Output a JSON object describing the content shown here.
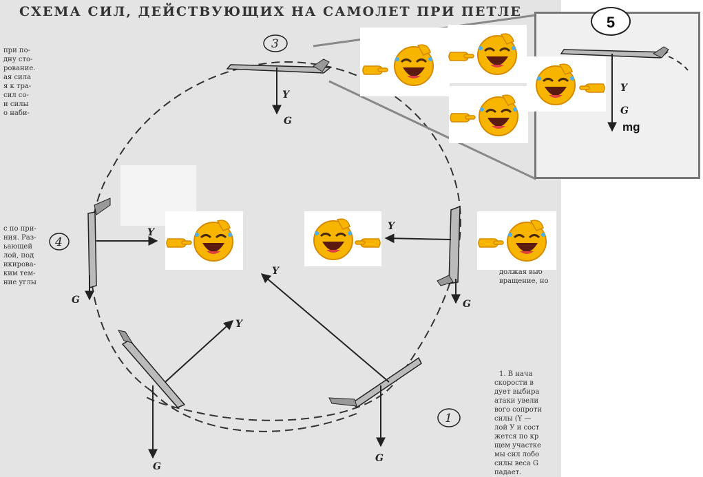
{
  "title": "СХЕМА СИЛ, ДЕЙСТВУЮЩИХ НА САМОЛЕТ ПРИ ПЕТЛЕ",
  "positions": {
    "p1": "1",
    "p3": "3",
    "p4": "4"
  },
  "force_labels": {
    "lift": "Y",
    "weight": "G"
  },
  "inset": {
    "number": "5",
    "weight_label": "mg",
    "lift": "Y",
    "weight": "G"
  },
  "side_text_left": [
    "при по-",
    "дну сто-",
    "рование.",
    "ая сила",
    "я к тра-",
    "сил со-",
    "и силы",
    "о наби-"
  ],
  "side_text_left2": [
    "с по при-",
    "ния. Раз-",
    "ьающей",
    "лой, под",
    "икирова-",
    "ким тем-",
    "ние углы"
  ],
  "side_text_right": [
    "должая выб",
    "вращение, но"
  ],
  "side_text_bottom": [
    "1. В нача",
    "скорости в",
    "дует выбира",
    "атаки увели",
    "вого сопроти",
    "силы (Y —",
    "лой У и сост",
    "жется по кр",
    "щем участке",
    "мы сил лобо",
    "силы веса G",
    "падает."
  ],
  "colors": {
    "paper": "#e4e4e4",
    "ink": "#222222",
    "inset_border": "#777777",
    "emoji_yellow": "#f7b500"
  },
  "icons": [
    "laughing-emoji",
    "pointing-hand"
  ]
}
